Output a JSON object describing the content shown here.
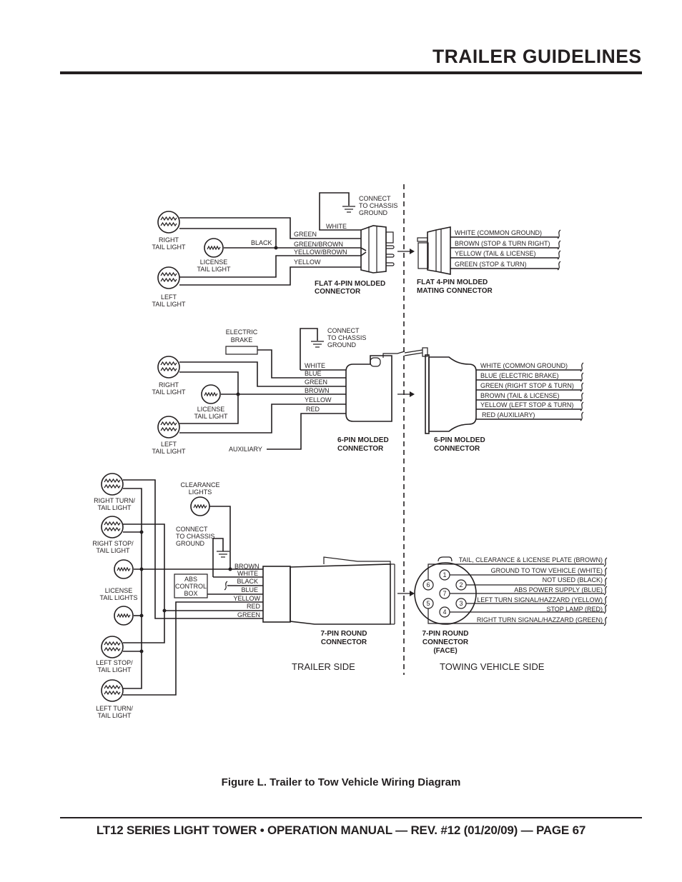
{
  "header": {
    "title": "TRAILER GUIDELINES"
  },
  "figure": {
    "caption": "Figure L. Trailer to Tow Vehicle Wiring Diagram",
    "sides": {
      "trailer": "TRAILER SIDE",
      "towing": "TOWING VEHICLE SIDE"
    },
    "ground_label": [
      "CONNECT",
      "TO CHASSIS",
      "GROUND"
    ],
    "four_pin": {
      "lights": {
        "right": [
          "RIGHT",
          "TAIL LIGHT"
        ],
        "license": [
          "LICENSE",
          "TAIL LIGHT"
        ],
        "left": [
          "LEFT",
          "TAIL LIGHT"
        ]
      },
      "black_label": "BLACK",
      "trailer_wires": [
        "WHITE",
        "GREEN",
        "GREEN/BROWN",
        "YELLOW/BROWN",
        "YELLOW"
      ],
      "trailer_connector": [
        "FLAT 4-PIN MOLDED",
        "CONNECTOR"
      ],
      "vehicle_wires": [
        "WHITE (COMMON GROUND)",
        "BROWN (STOP & TURN RIGHT)",
        "YELLOW (TAIL & LICENSE)",
        "GREEN  (STOP & TURN)"
      ],
      "vehicle_connector": [
        "FLAT 4-PIN MOLDED",
        "MATING CONNECTOR"
      ]
    },
    "six_pin": {
      "electric_brake": [
        "ELECTRIC",
        "BRAKE"
      ],
      "lights": {
        "right": [
          "RIGHT",
          "TAIL LIGHT"
        ],
        "license": [
          "LICENSE",
          "TAIL LIGHT"
        ],
        "left": [
          "LEFT",
          "TAIL LIGHT"
        ]
      },
      "auxiliary": "AUXILIARY",
      "trailer_wires": [
        "WHITE",
        "BLUE",
        "GREEN",
        "BROWN",
        "YELLOW",
        "RED"
      ],
      "trailer_connector": [
        "6-PIN MOLDED",
        "CONNECTOR"
      ],
      "vehicle_wires": [
        "WHITE (COMMON GROUND)",
        "BLUE (ELECTRIC BRAKE)",
        "GREEN (RIGHT STOP & TURN)",
        "BROWN (TAIL & LICENSE)",
        "YELLOW (LEFT STOP & TURN)",
        "RED (AUXILIARY)"
      ],
      "vehicle_connector": [
        "6-PIN MOLDED",
        "CONNECTOR"
      ]
    },
    "seven_pin": {
      "lights": {
        "right_turn": [
          "RIGHT TURN/",
          "TAIL LIGHT"
        ],
        "right_stop": [
          "RIGHT STOP/",
          "TAIL LIGHT"
        ],
        "license": [
          "LICENSE",
          "TAIL LIGHTS"
        ],
        "left_stop": [
          "LEFT STOP/",
          "TAIL LIGHT"
        ],
        "left_turn": [
          "LEFT TURN/",
          "TAIL LIGHT"
        ],
        "clearance": [
          "CLEARANCE",
          "LIGHTS"
        ]
      },
      "abs_box": [
        "ABS",
        "CONTROL",
        "BOX"
      ],
      "trailer_wires": [
        "BROWN",
        "WHITE",
        "BLACK",
        "BLUE",
        "YELLOW",
        "RED",
        "GREEN"
      ],
      "trailer_connector": [
        "7-PIN ROUND",
        "CONNECTOR"
      ],
      "pins": [
        "1",
        "2",
        "3",
        "4",
        "5",
        "6",
        "7"
      ],
      "vehicle_wires": [
        "TAIL, CLEARANCE & LICENSE PLATE (BROWN)",
        "GROUND TO TOW VEHICLE (WHITE)",
        "NOT USED (BLACK)",
        "ABS POWER SUPPLY (BLUE)",
        "LEFT TURN SIGNAL/HAZZARD (YELLOW)",
        "STOP LAMP (RED)",
        "RIGHT TURN SIGNAL/HAZZARD (GREEN)"
      ],
      "vehicle_connector": [
        "7-PIN ROUND",
        "CONNECTOR",
        "(FACE)"
      ]
    }
  },
  "footer": {
    "text": "LT12 SERIES LIGHT TOWER • OPERATION MANUAL — REV. #12 (01/20/09) — PAGE 67"
  }
}
